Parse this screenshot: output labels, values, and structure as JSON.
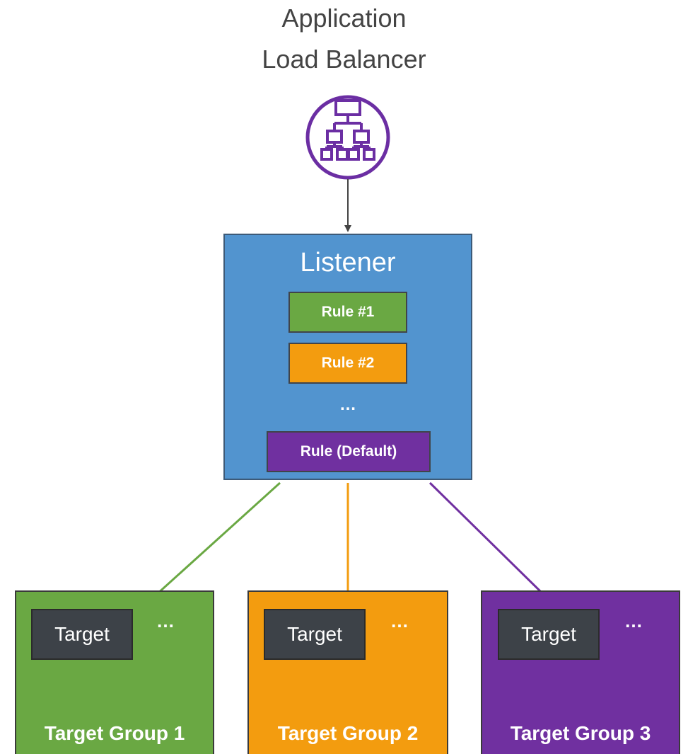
{
  "header": {
    "line1": "Application",
    "line2": "Load Balancer"
  },
  "icon": {
    "name": "load-balancer-icon",
    "color": "#6b2ea3"
  },
  "listener": {
    "label": "Listener",
    "color": "#5294cf",
    "rules": [
      {
        "label": "Rule #1",
        "color": "#6aa843"
      },
      {
        "label": "Rule #2",
        "color": "#f39c0f"
      },
      {
        "label": "Rule (Default)",
        "color": "#7030a0"
      }
    ],
    "ellipsis": "…"
  },
  "target_groups": [
    {
      "label": "Target Group 1",
      "color": "#6aa843",
      "target": "Target",
      "more": "…"
    },
    {
      "label": "Target Group 2",
      "color": "#f39c0f",
      "target": "Target",
      "more": "…"
    },
    {
      "label": "Target Group 3",
      "color": "#7030a0",
      "target": "Target",
      "more": "…"
    }
  ]
}
